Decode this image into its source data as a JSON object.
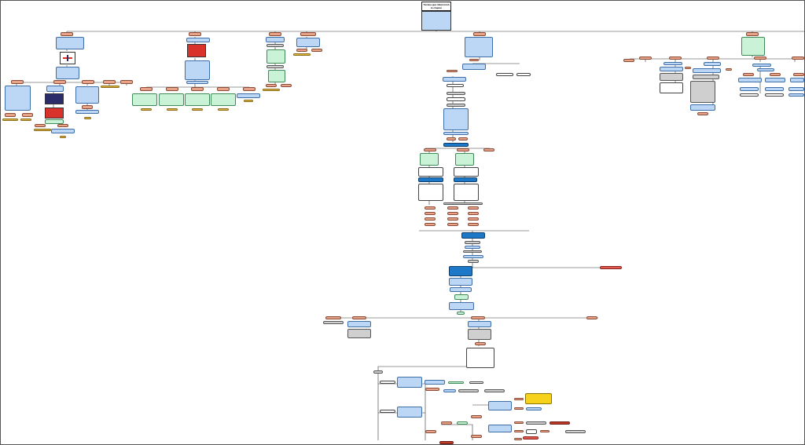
{
  "diagram": {
    "root_title": "Tài liệu quá nhiệm kinh tế chapter",
    "colors": {
      "topic": "#e8a48a",
      "note": "#bcd7f5",
      "green_note": "#c9f2d6",
      "leaf": "#e2b84b",
      "emphasis": "#1e78c8",
      "alert": "#e05a4f"
    },
    "branches": [
      "branch-1",
      "branch-2",
      "branch-3",
      "branch-4",
      "branch-5",
      "branch-6"
    ]
  }
}
